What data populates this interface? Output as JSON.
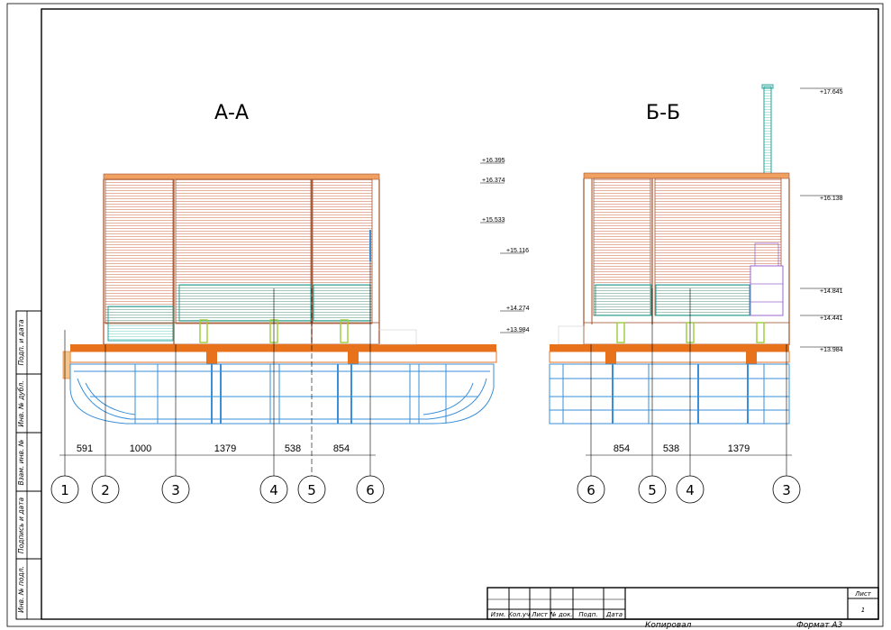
{
  "sections": {
    "aa": {
      "title": "А-А",
      "levels": [
        "+16.395",
        "+16.374",
        "+15.533",
        "+15.116",
        "+14.274",
        "+13.984"
      ],
      "dimensions": [
        "591",
        "1000",
        "1379",
        "538",
        "854"
      ],
      "axes": [
        "1",
        "2",
        "3",
        "4",
        "5",
        "6"
      ]
    },
    "bb": {
      "title": "Б-Б",
      "levels": [
        "+17.645",
        "+16.138",
        "+14.841",
        "+14.441",
        "+13.984"
      ],
      "dimensions": [
        "854",
        "538",
        "1379"
      ],
      "axes": [
        "6",
        "5",
        "4",
        "3"
      ]
    }
  },
  "side_stamp": [
    "Подп. и дата",
    "Инв. № дубл.",
    "Взам. инв. №",
    "Подпись и дата",
    "Инв. № подл."
  ],
  "title_block": {
    "columns": [
      "Изм.",
      "Кол.уч",
      "Лист",
      "№ док.",
      "Подп.",
      "Дата"
    ],
    "sheet_label": "Лист",
    "sheet_number": "1"
  },
  "footer": {
    "copied": "Копировал",
    "format": "Формат А3"
  },
  "colors": {
    "orange": "#e8711c",
    "orange_light": "#f0a060",
    "brown": "#a0522d",
    "teal": "#22a39a",
    "blue": "#3a8fd8",
    "green": "#9acd32",
    "purple": "#9966cc"
  }
}
